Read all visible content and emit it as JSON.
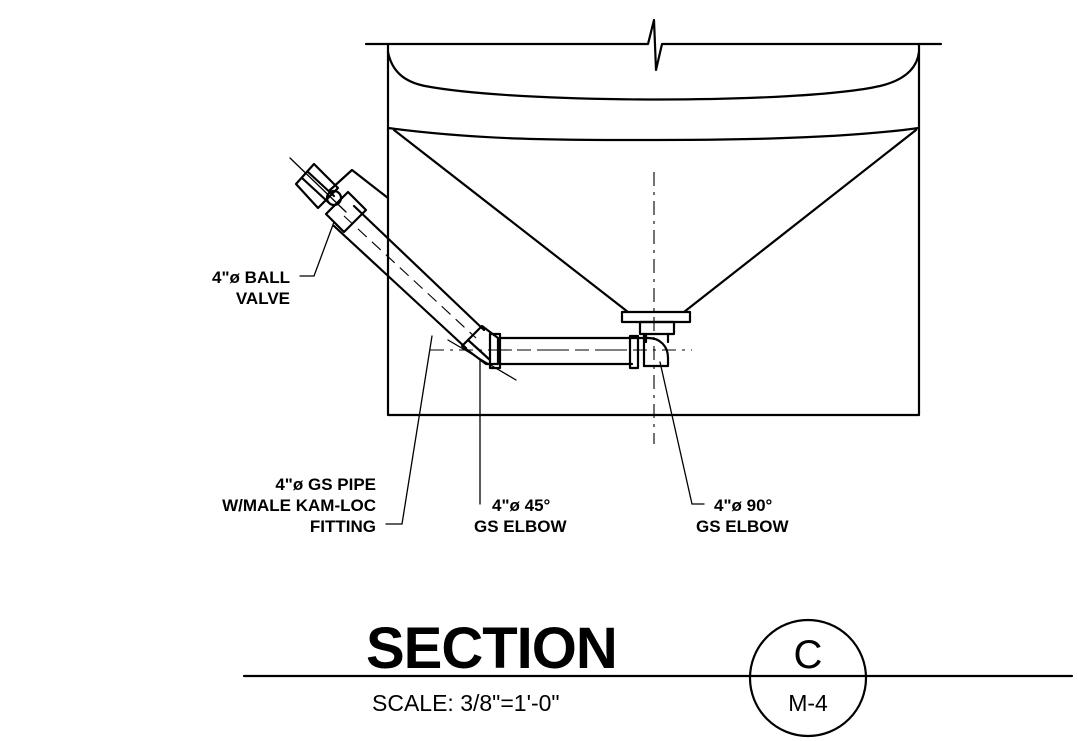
{
  "labels": {
    "ball_valve": [
      "4\"ø BALL",
      "VALVE"
    ],
    "gs_pipe": [
      "4\"ø GS PIPE",
      "W/MALE KAM-LOC",
      "FITTING"
    ],
    "elbow_45": [
      "4\"ø 45°",
      "GS ELBOW"
    ],
    "elbow_90": [
      "4\"ø 90°",
      "GS ELBOW"
    ]
  },
  "title_block": {
    "title": "SECTION",
    "scale": "SCALE: 3/8\"=1'-0\"",
    "section_letter": "C",
    "sheet": "M-4"
  }
}
